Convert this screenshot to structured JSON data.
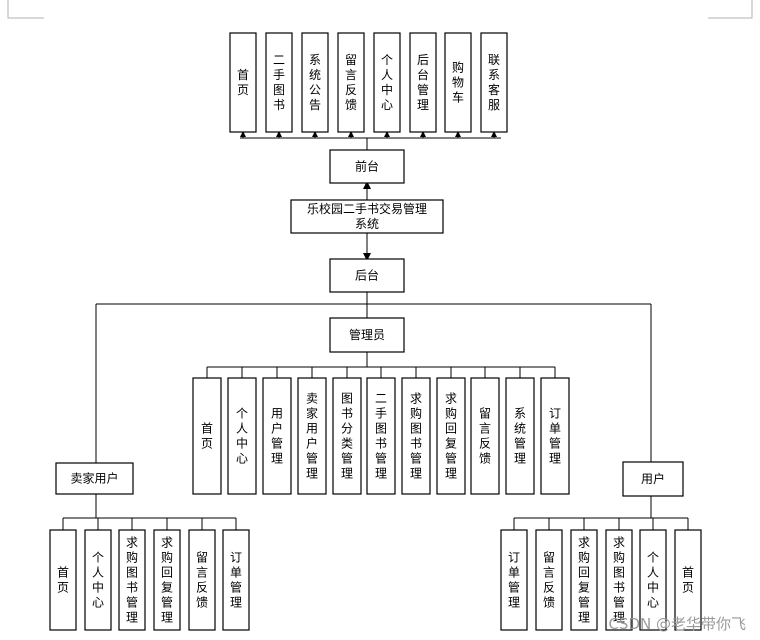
{
  "front": {
    "label": "前台",
    "modules": [
      "首页",
      "二手图书",
      "系统公告",
      "留言反馈",
      "个人中心",
      "后台管理",
      "购物车",
      "联系客服"
    ]
  },
  "system": {
    "label": "乐校园二手书交易管理系统"
  },
  "back": {
    "label": "后台"
  },
  "admin": {
    "label": "管理员",
    "modules": [
      "首页",
      "个人中心",
      "用户管理",
      "卖家用户管理",
      "图书分类管理",
      "二手图书管理",
      "求购图书管理",
      "求购回复管理",
      "留言反馈",
      "系统管理",
      "订单管理"
    ]
  },
  "seller": {
    "label": "卖家用户",
    "modules": [
      "首页",
      "个人中心",
      "求购图书管理",
      "求购回复管理",
      "留言反馈",
      "订单管理"
    ]
  },
  "user": {
    "label": "用户",
    "modules": [
      "订单管理",
      "留言反馈",
      "求购回复管理",
      "求购图书管理",
      "个人中心",
      "首页"
    ]
  },
  "watermark": "CSDN @老华带你飞"
}
